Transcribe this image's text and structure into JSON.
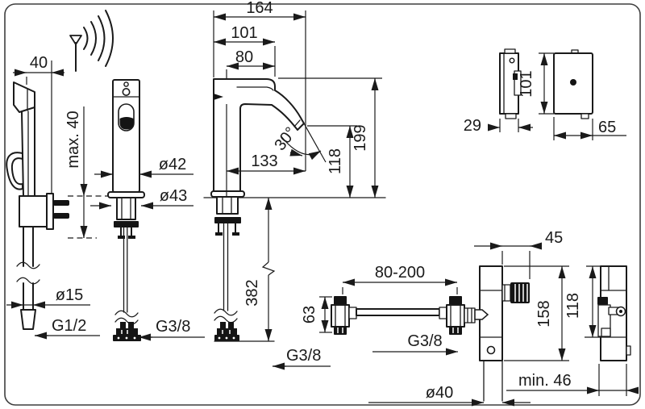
{
  "figure": {
    "title": "faucet installation dimension drawing",
    "background": "#ffffff",
    "line_color": "#1a1a1a",
    "frame_color": "#3f3f3f"
  },
  "icons": [
    {
      "name": "wireless-signal-icon"
    }
  ],
  "views": [
    {
      "id": "handshower-side-view"
    },
    {
      "id": "faucet-front-view"
    },
    {
      "id": "faucet-side-view"
    },
    {
      "id": "junction-box-side-view"
    },
    {
      "id": "junction-box-front-view"
    },
    {
      "id": "shower-valve-front-view"
    },
    {
      "id": "shower-valve-side-view"
    }
  ],
  "dimensions": {
    "handshower_offset": "40",
    "handshower_max_mount": "max. 40",
    "handshower_hose_dia": "ø15",
    "handshower_hose_thread": "G1/2",
    "faucet_body_dia": "ø42",
    "faucet_base_dia": "ø43",
    "faucet_front_supply_thread": "G3/8",
    "faucet_side_supply_thread": "G3/8",
    "spout_reach_total": "164",
    "spout_reach_outer": "101",
    "spout_reach_inner": "80",
    "spout_angle": "30°",
    "spout_reach_center": "133",
    "spout_outlet_height": "118",
    "faucet_total_height": "199",
    "supply_hose_length": "382",
    "junction_box_depth": "29",
    "junction_box_height": "101",
    "junction_box_width": "65",
    "valve_connection_span": "80-200",
    "valve_union_height": "63",
    "valve_supply_thread": "G3/8",
    "valve_top_offset": "45",
    "valve_body_height": "158",
    "valve_side_height": "118",
    "valve_min_clearance": "min. 46",
    "valve_pillar_dia": "ø40"
  }
}
